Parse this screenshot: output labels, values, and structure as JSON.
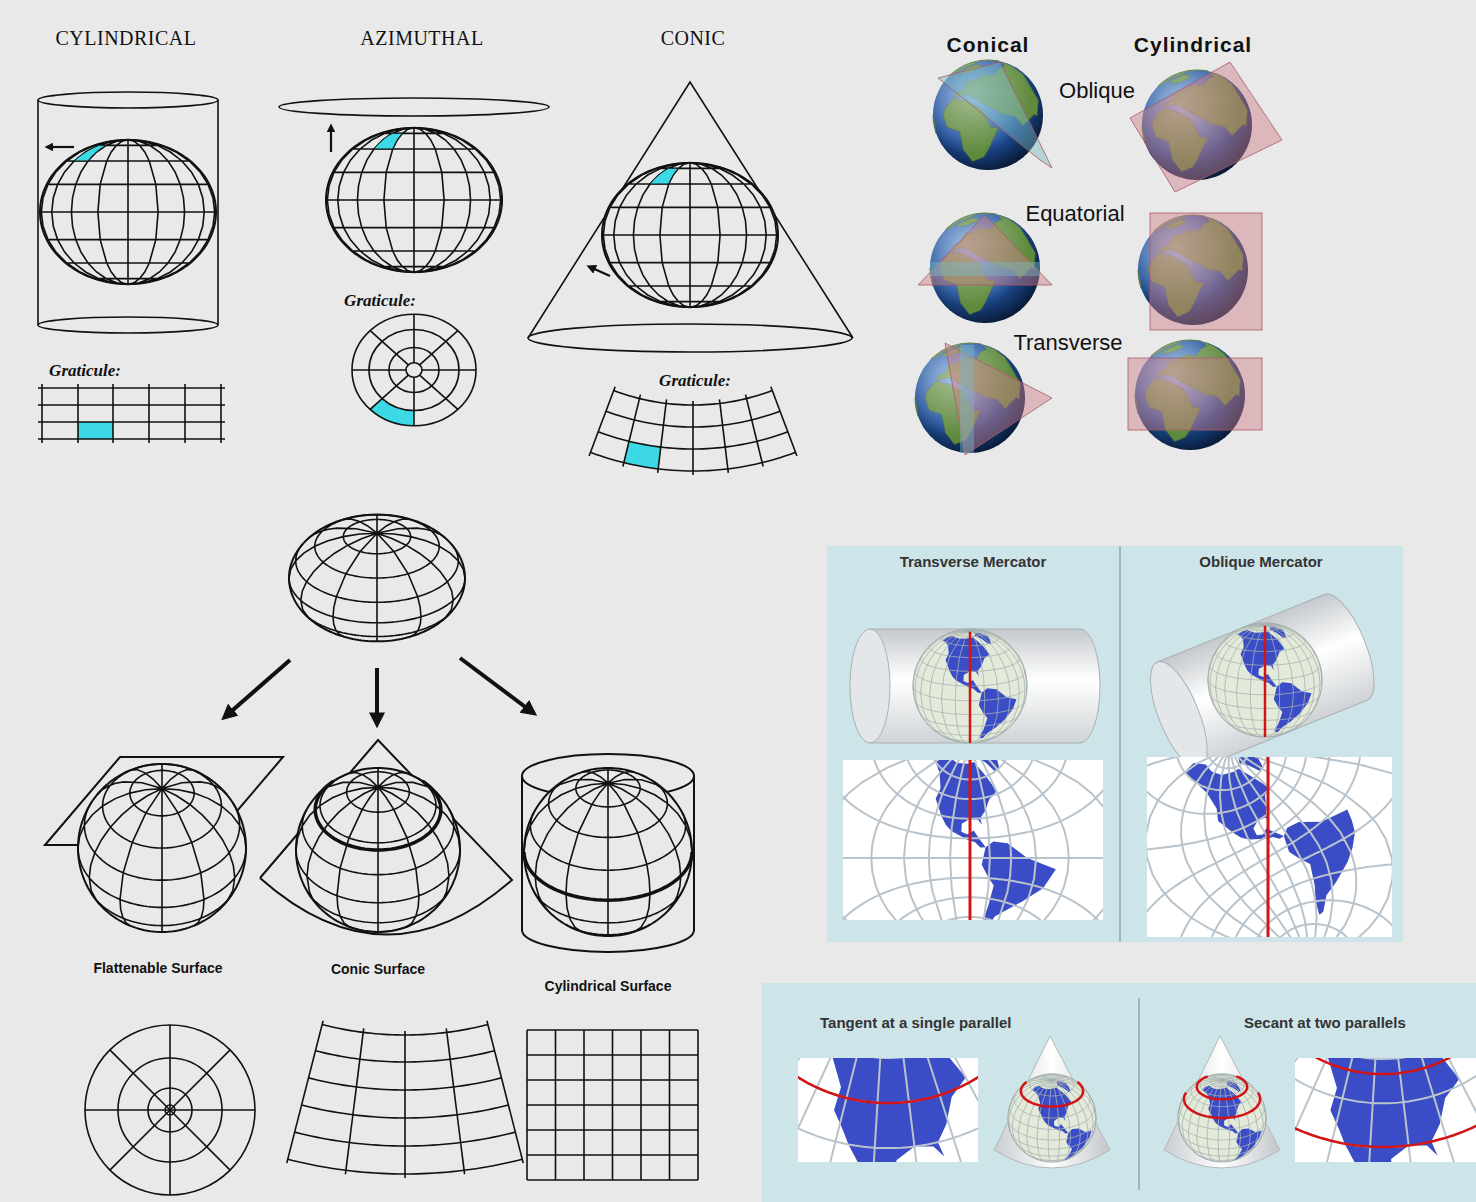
{
  "diagram": {
    "nodes": [
      {
        "text": [
          "Transverse Mercator"
        ]
      },
      {
        "text": [
          "Oblique Mercator"
        ]
      },
      {
        "text": [
          "Tangent at a single parallel"
        ]
      },
      {
        "text": [
          "Secant at two parallels"
        ]
      }
    ],
    "labels": [
      "CYLINDRICAL",
      "AZIMUTHAL",
      "CONIC",
      "Conical",
      "Cylindrical",
      "Oblique",
      "Equatorial",
      "Graticule:",
      "Transverse",
      "Graticule:",
      "Graticule:",
      "Flattenable Surface",
      "Conic Surface",
      "Cylindrical Surface"
    ]
  }
}
